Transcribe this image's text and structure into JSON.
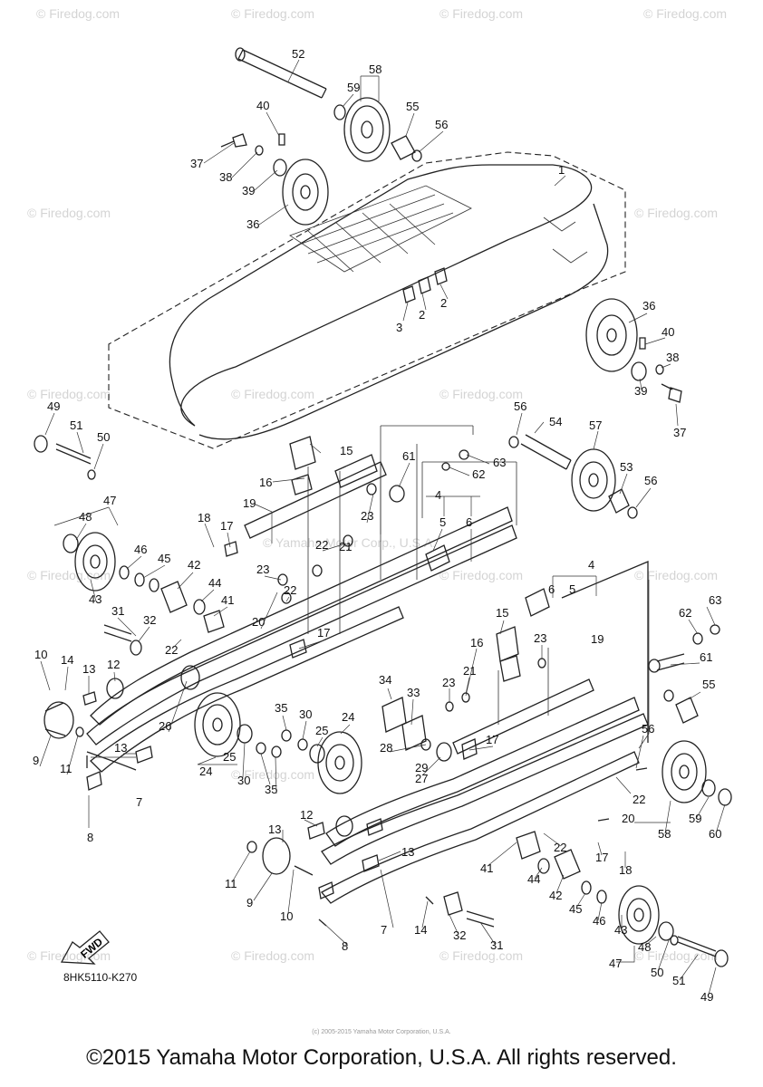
{
  "diagram": {
    "code": "8HK5110-K270",
    "fwd_label": "FWD",
    "watermark": "© Firedog.com",
    "center_watermark": "© Yamaha Motor Corp., U.S.A.",
    "small_print": "(c) 2005-2015 Yamaha Motor Corporation, U.S.A.",
    "footer": "©2015 Yamaha Motor Corporation, U.S.A. All rights reserved.",
    "callouts": [
      "52",
      "58",
      "59",
      "40",
      "55",
      "56",
      "37",
      "38",
      "39",
      "36",
      "1",
      "3",
      "2",
      "2",
      "36",
      "40",
      "38",
      "39",
      "37",
      "49",
      "51",
      "50",
      "47",
      "48",
      "15",
      "16",
      "19",
      "18",
      "17",
      "56",
      "54",
      "57",
      "61",
      "63",
      "62",
      "53",
      "56",
      "23",
      "21",
      "4",
      "5",
      "6",
      "46",
      "45",
      "42",
      "44",
      "43",
      "41",
      "23",
      "22",
      "22",
      "20",
      "31",
      "32",
      "22",
      "10",
      "14",
      "12",
      "13",
      "9",
      "11",
      "13",
      "7",
      "8",
      "17",
      "26",
      "25",
      "24",
      "30",
      "35",
      "35",
      "30",
      "25",
      "24",
      "34",
      "33",
      "28",
      "29",
      "27",
      "17",
      "15",
      "16",
      "23",
      "21",
      "23",
      "19",
      "4",
      "6",
      "5",
      "63",
      "62",
      "61",
      "55",
      "56",
      "22",
      "20",
      "58",
      "59",
      "60",
      "12",
      "13",
      "13",
      "11",
      "9",
      "10",
      "8",
      "7",
      "14",
      "32",
      "31",
      "41",
      "44",
      "42",
      "45",
      "46",
      "43",
      "18",
      "17",
      "22",
      "47",
      "48",
      "50",
      "51",
      "49"
    ]
  }
}
